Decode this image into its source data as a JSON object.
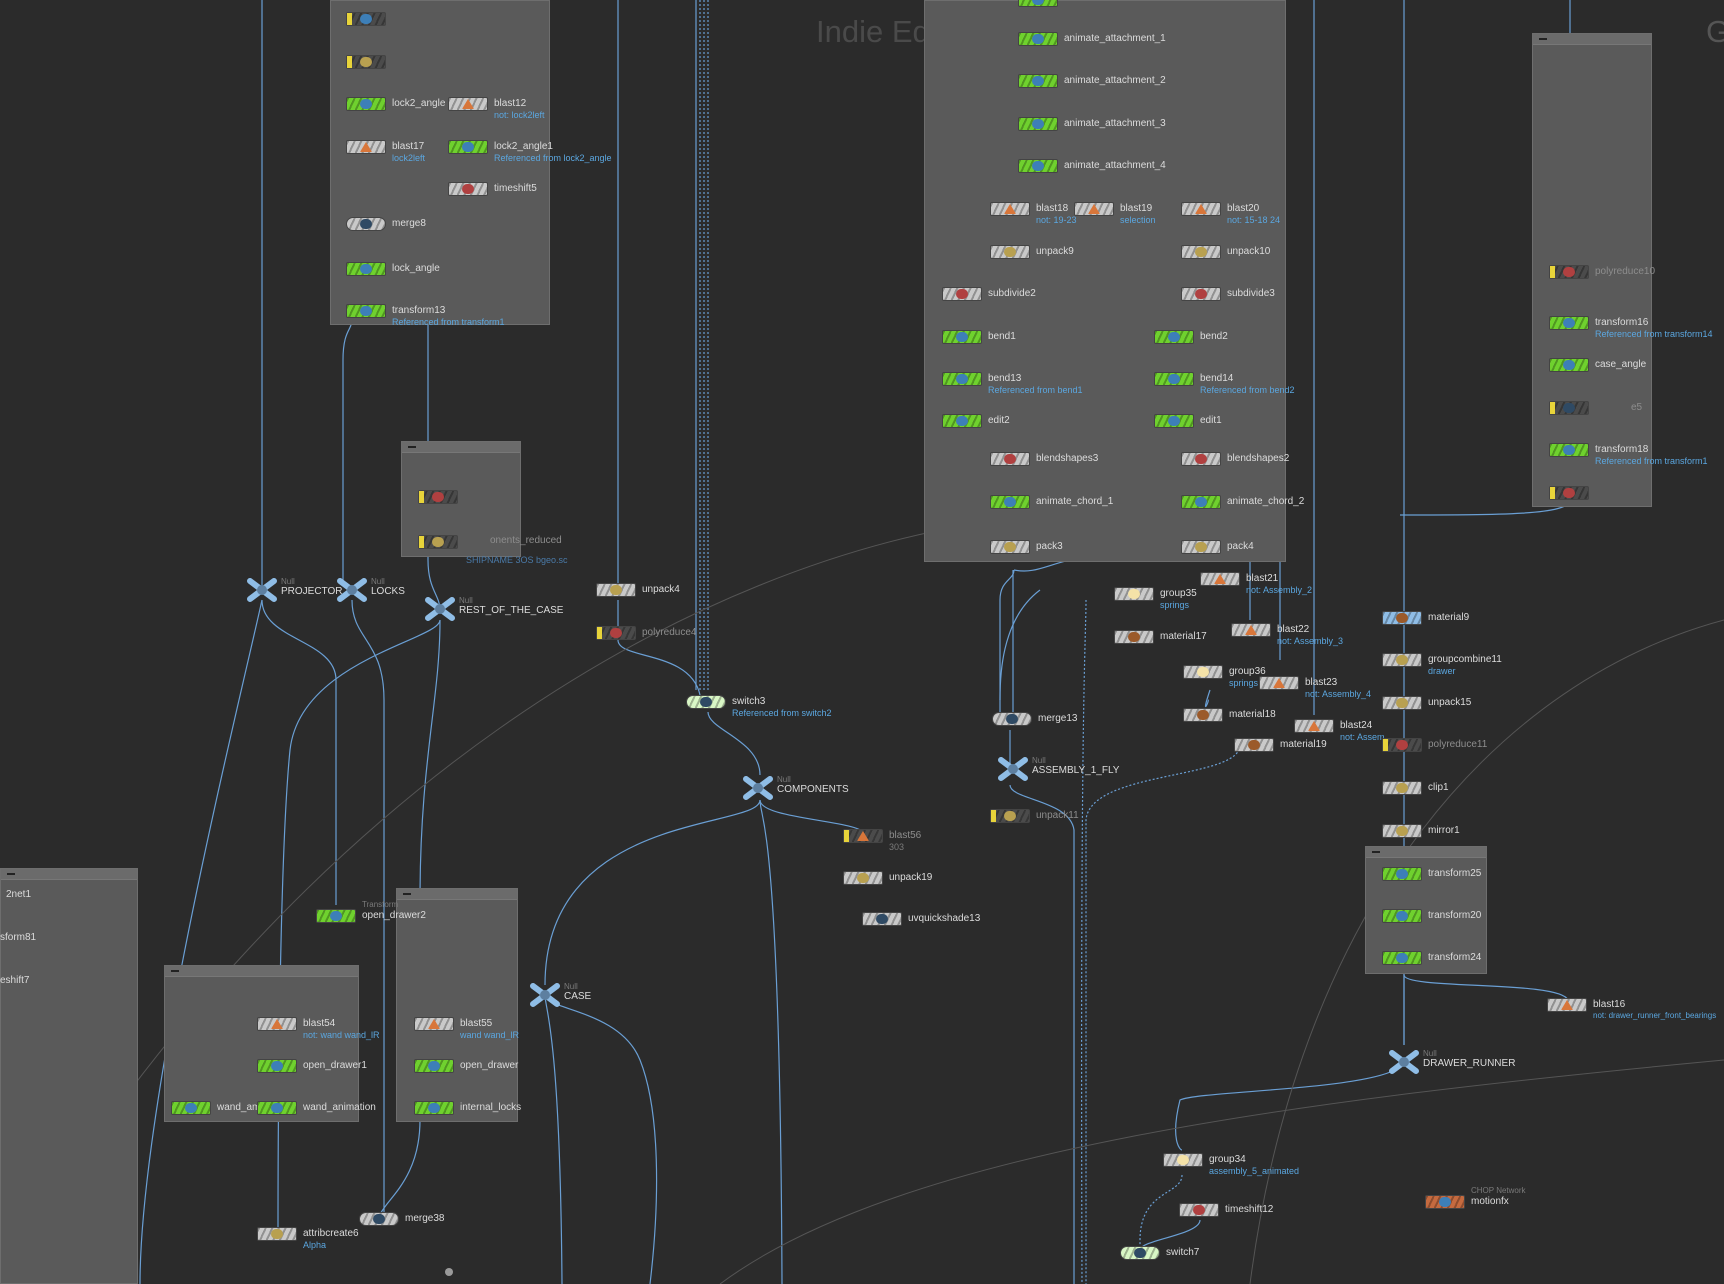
{
  "watermark": "Indie Edition",
  "watermark_cut": "G",
  "colors": {
    "background": "#2b2b2b",
    "wire": "#6a9fd4",
    "sop_green": "#6fd12e",
    "comment": "#5ba7e0"
  },
  "nodes": {
    "lock2_angle": "lock2_angle",
    "blast12": "blast12",
    "blast12_c": "not: lock2left",
    "blast17": "blast17",
    "blast17_c": "lock2left",
    "lock2_angle1": "lock2_angle1",
    "lock2_angle1_c": "Referenced from lock2_angle",
    "timeshift5": "timeshift5",
    "merge8": "merge8",
    "lock_angle": "lock_angle",
    "transform13": "transform13",
    "transform13_c": "Referenced from transform1",
    "rest_comment": "onents_reduced",
    "rest_comment2": "SHIPNAME 3OS bgeo.sc",
    "projector": "PROJECTOR",
    "locks": "LOCKS",
    "rest_of_case": "REST_OF_THE_CASE",
    "unpack4": "unpack4",
    "polyreduce4": "polyreduce4",
    "switch3": "switch3",
    "switch3_c": "Referenced from switch2",
    "components": "COMPONENTS",
    "blast56": "blast56",
    "blast56_c": "303",
    "unpack19": "unpack19",
    "uvquickshade13": "uvquickshade13",
    "animate_attachment_1": "animate_attachment_1",
    "animate_attachment_2": "animate_attachment_2",
    "animate_attachment_3": "animate_attachment_3",
    "animate_attachment_4": "animate_attachment_4",
    "blast18": "blast18",
    "blast18_c": "not: 19-23",
    "blast19": "blast19",
    "blast19_c": "selection",
    "blast20": "blast20",
    "blast20_c": "not: 15-18 24",
    "unpack9": "unpack9",
    "unpack10": "unpack10",
    "subdivide2": "subdivide2",
    "subdivide3": "subdivide3",
    "bend1": "bend1",
    "bend2": "bend2",
    "bend13": "bend13",
    "bend13_c": "Referenced from bend1",
    "bend14": "bend14",
    "bend14_c": "Referenced from bend2",
    "edit2": "edit2",
    "edit1": "edit1",
    "blendshapes3": "blendshapes3",
    "blendshapes2": "blendshapes2",
    "animate_chord_1": "animate_chord_1",
    "animate_chord_2": "animate_chord_2",
    "pack3": "pack3",
    "pack4": "pack4",
    "blast21": "blast21",
    "blast21_c": "not: Assembly_2",
    "group35": "group35",
    "group35_c": "springs",
    "material17": "material17",
    "blast22": "blast22",
    "blast22_c": "not: Assembly_3",
    "group36": "group36",
    "group36_c": "springs",
    "blast23": "blast23",
    "blast23_c": "not: Assembly_4",
    "material18": "material18",
    "blast24": "blast24",
    "blast24_c": "not: Assem",
    "material19": "material19",
    "merge13": "merge13",
    "assembly_1_fly": "ASSEMBLY_1_FLY",
    "unpack11": "unpack11",
    "polyreduce10": "polyreduce10",
    "transform16": "transform16",
    "transform16_c": "Referenced from transform14",
    "case_angle": "case_angle",
    "timeshift_dim": "e5",
    "transform18": "transform18",
    "transform18_c": "Referenced from transform1",
    "material9": "material9",
    "groupcombine11": "groupcombine11",
    "groupcombine11_c": "drawer",
    "unpack15": "unpack15",
    "polyreduce11": "polyreduce11",
    "clip1": "clip1",
    "mirror1": "mirror1",
    "transform25": "transform25",
    "transform20": "transform20",
    "transform24": "transform24",
    "blast16": "blast16",
    "blast16_c": "not: drawer_runner_front_bearings",
    "drawer_runner": "DRAWER_RUNNER",
    "net1": "2net1",
    "sform81": "sform81",
    "eshift7": "eshift7",
    "open_drawer2": "open_drawer2",
    "blast54": "blast54",
    "blast54_c": "not: wand wand_lR",
    "open_drawer1": "open_drawer1",
    "wand_am": "wand_am",
    "wand_animation": "wand_animation",
    "blast55": "blast55",
    "blast55_c": "wand wand_lR",
    "open_drawer": "open_drawer",
    "internal_locks": "internal_locks",
    "case": "CASE",
    "merge38": "merge38",
    "attribcreate6": "attribcreate6",
    "attribcreate6_c": "Alpha",
    "group34": "group34",
    "group34_c": "assembly_5_animated",
    "timeshift12": "timeshift12",
    "switch7": "switch7",
    "motionfx": "motionfx"
  },
  "types": {
    "null": "Null",
    "transform": "Transform",
    "chop": "CHOP Network"
  }
}
